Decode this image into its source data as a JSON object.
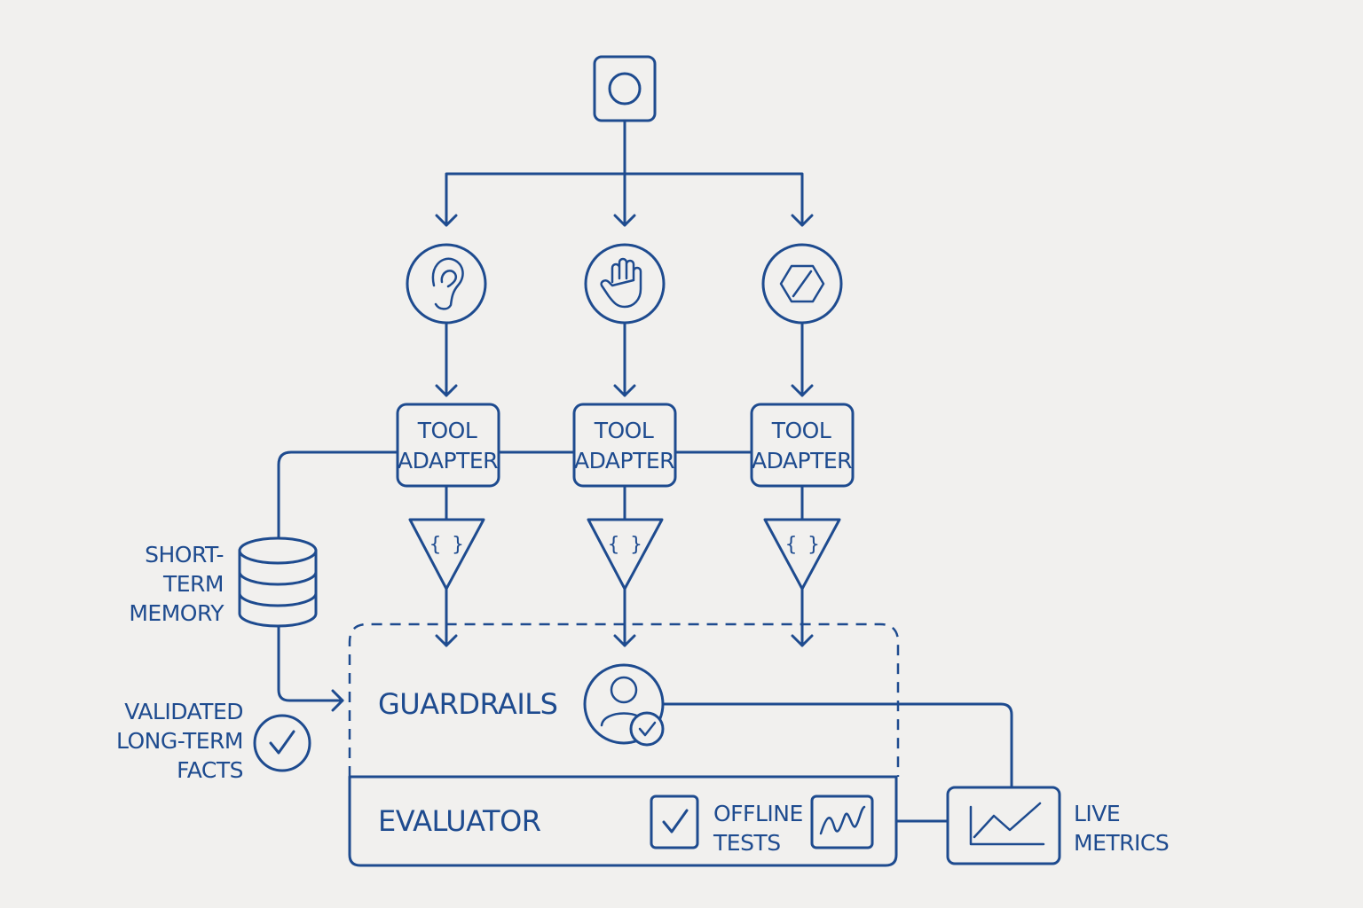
{
  "tool_adapters": [
    {
      "line1": "TOOL",
      "line2": "ADAPTER",
      "sense_icon": "ear-icon",
      "schema_symbol": "{ }"
    },
    {
      "line1": "TOOL",
      "line2": "ADAPTER",
      "sense_icon": "hand-icon",
      "schema_symbol": "{ }"
    },
    {
      "line1": "TOOL",
      "line2": "ADAPTER",
      "sense_icon": "blocked-hexagon-icon",
      "schema_symbol": "{ }"
    }
  ],
  "short_term_memory": {
    "line1": "SHORT-",
    "line2": "TERM",
    "line3": "MEMORY",
    "icon": "database-icon"
  },
  "long_term_facts": {
    "line1": "VALIDATED",
    "line2": "LONG-TERM",
    "line3": "FACTS",
    "icon": "check-circle-icon"
  },
  "guardrails": {
    "label": "GUARDRAILS",
    "icon": "verified-user-icon"
  },
  "evaluator": {
    "label": "EVALUATOR"
  },
  "offline_tests": {
    "line1": "OFFLINE",
    "line2": "TESTS",
    "icons": [
      "checkbox-icon",
      "waveform-icon"
    ]
  },
  "live_metrics": {
    "line1": "LIVE",
    "line2": "METRICS",
    "icon": "line-chart-icon"
  },
  "colors": {
    "ink": "#1e4b8f",
    "background": "#f1f0ee"
  }
}
